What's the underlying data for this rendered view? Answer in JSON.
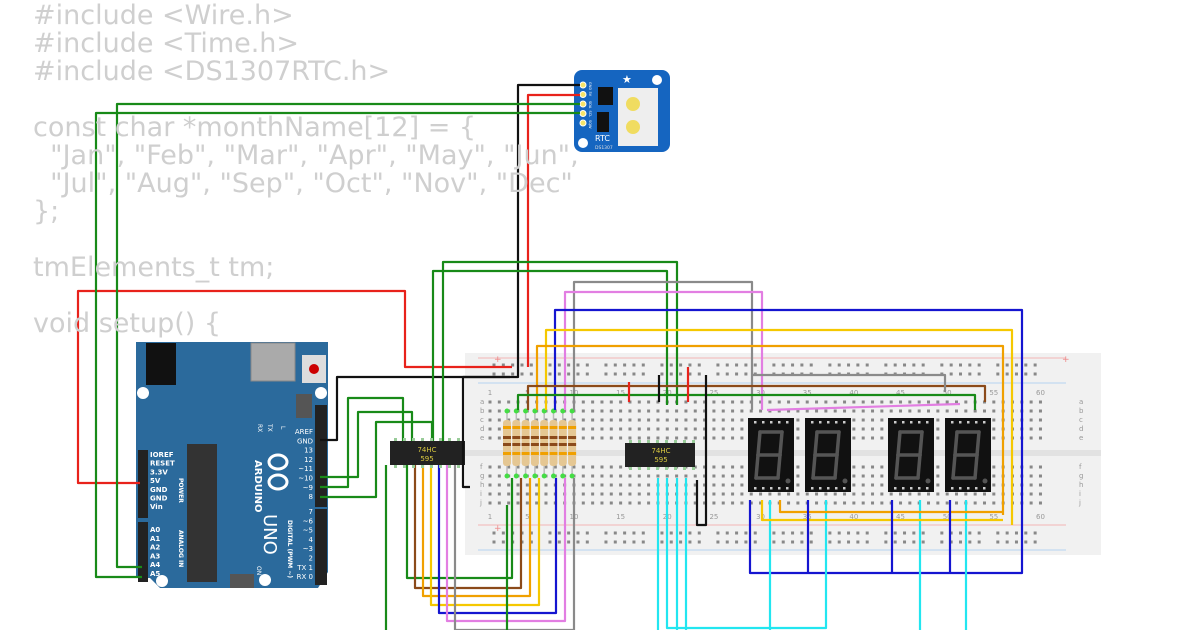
{
  "code_lines": [
    "#include <Wire.h>",
    "#include <Time.h>",
    "#include <DS1307RTC.h>",
    "",
    "const char *monthName[12] = {",
    "  \"Jan\", \"Feb\", \"Mar\", \"Apr\", \"May\", \"Jun\",",
    "  \"Jul\", \"Aug\", \"Sep\", \"Oct\", \"Nov\", \"Dec\"",
    "};",
    "",
    "tmElements_t tm;",
    "",
    "void setup() {"
  ],
  "arduino": {
    "brand": "ARDUINO",
    "model": "UNO",
    "power_label": "POWER",
    "analog_label": "ANALOG IN",
    "digital_label": "DIGITAL (PWM ~)",
    "on_label": "ON",
    "led_labels": [
      "TX",
      "RX",
      "L"
    ],
    "power_pins": [
      "IOREF",
      "RESET",
      "3.3V",
      "5V",
      "GND",
      "GND",
      "Vin"
    ],
    "analog_pins": [
      "A0",
      "A1",
      "A2",
      "A3",
      "A4",
      "A5"
    ],
    "digital_pins_top": [
      "AREF",
      "GND",
      "13",
      "12",
      "~11",
      "~10",
      "~9",
      "8"
    ],
    "digital_pins_bottom": [
      "7",
      "~6",
      "~5",
      "4",
      "~3",
      "2",
      "TX 1",
      "RX 0"
    ],
    "color": "#2b6a9c"
  },
  "rtc": {
    "label": "RTC",
    "chip": "DS1307",
    "pins": [
      "GND",
      "5V",
      "SDA",
      "SCL",
      "SQW"
    ],
    "color": "#1565c0"
  },
  "shift_registers": [
    {
      "line1": "74HC",
      "line2": "595"
    },
    {
      "line1": "74HC",
      "line2": "595"
    }
  ],
  "breadboard": {
    "column_numbers": [
      "1",
      "5",
      "10",
      "15",
      "20",
      "25",
      "30",
      "35",
      "40",
      "45",
      "50",
      "55",
      "60"
    ],
    "rows_top": [
      "a",
      "b",
      "c",
      "d",
      "e"
    ],
    "rows_bottom": [
      "f",
      "g",
      "h",
      "i",
      "j"
    ],
    "rail_plus": "+",
    "rail_minus": "-"
  },
  "seven_segment_displays": 4,
  "resistors": 8,
  "wire_colors": {
    "red": "#e8221b",
    "black": "#111111",
    "green": "#188a18",
    "gray": "#8a8a8a",
    "pink": "#e27ee2",
    "blue": "#1515d0",
    "yellow": "#f5c800",
    "orange": "#f0a000",
    "brown": "#8b4a1a",
    "cyan": "#22e6f0"
  }
}
